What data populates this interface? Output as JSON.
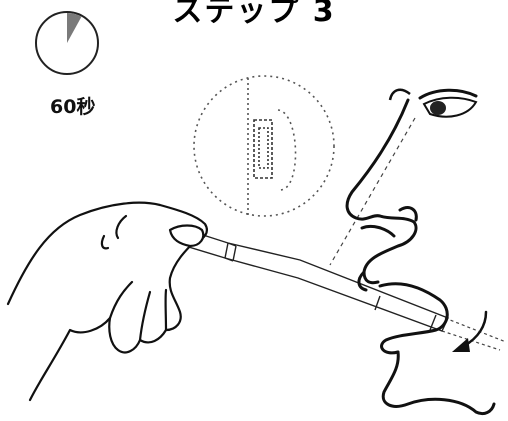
{
  "title": "ステップ 3",
  "timer": {
    "label": "60秒",
    "elapsed_fraction": 0.08,
    "wedge_color": "#7a7a7a"
  },
  "icons": {
    "timer": "stopwatch-pie-icon",
    "rotate_arrow": "curved-arrow-down-icon"
  }
}
